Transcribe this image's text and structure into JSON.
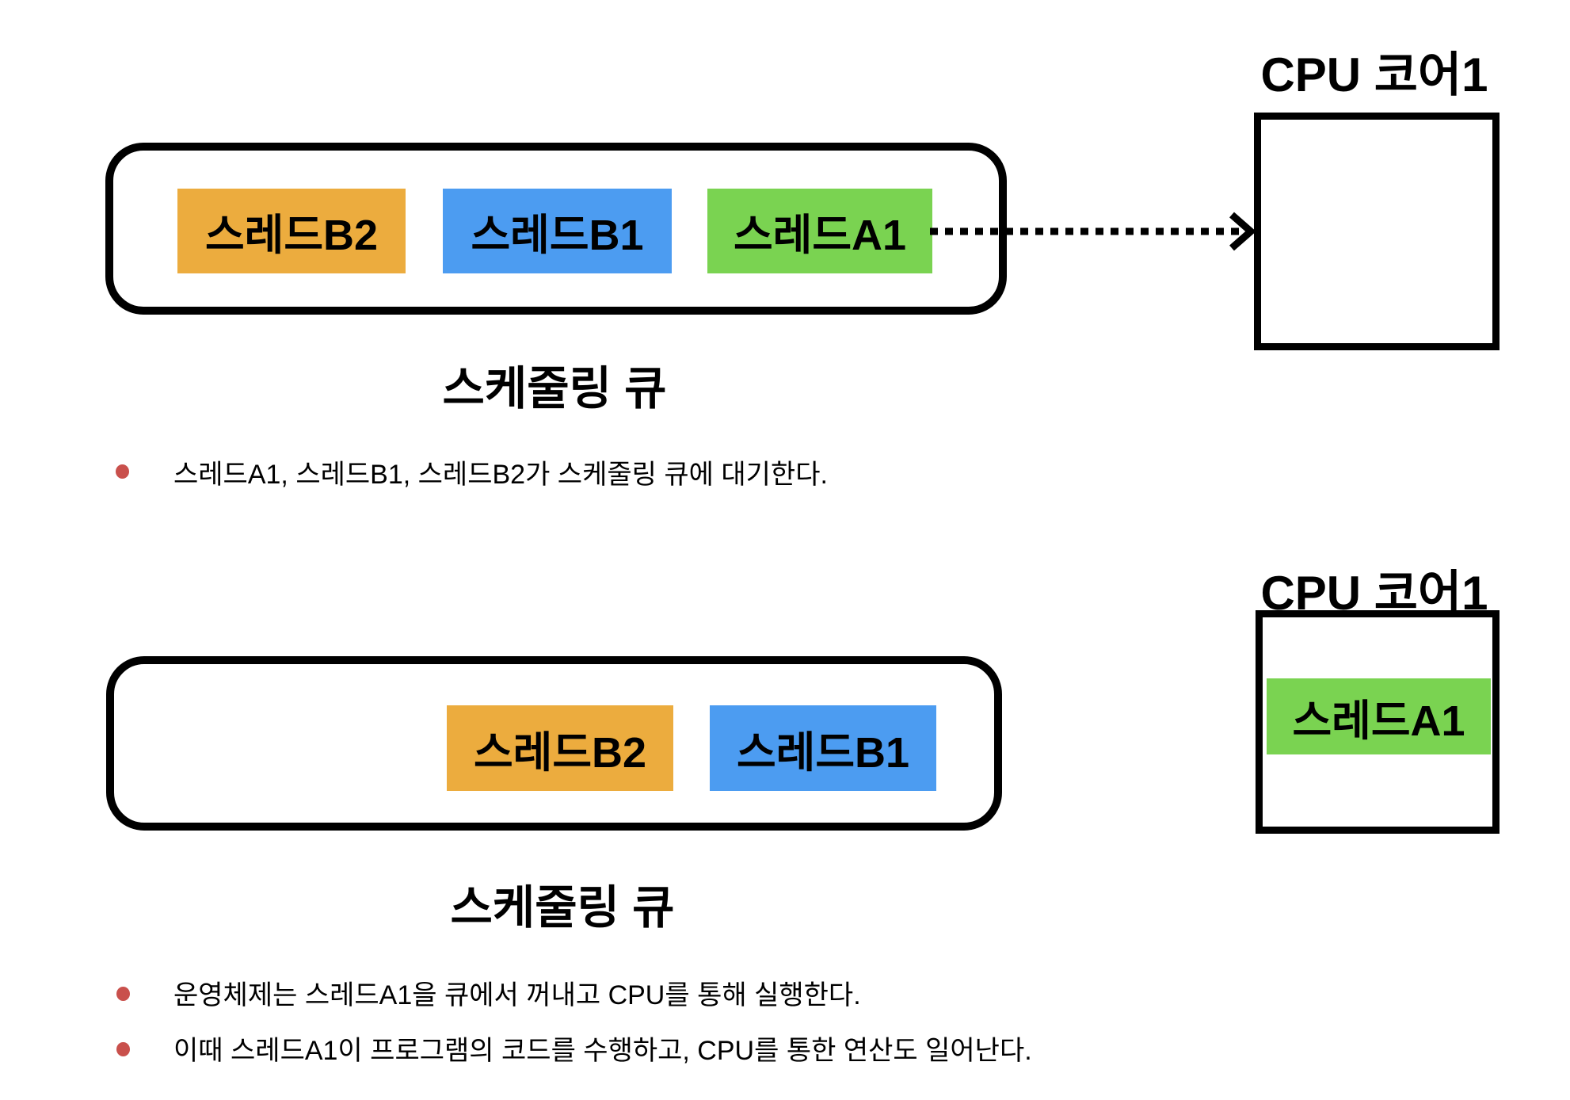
{
  "colors": {
    "thread_a1": "#7ad351",
    "thread_b1": "#4c9cf1",
    "thread_b2": "#ecac3e",
    "bullet_dot": "#c9504c",
    "stroke": "#000000"
  },
  "panel1": {
    "cpu_title": "CPU 코어1",
    "queue_label": "스케줄링 큐",
    "threads": {
      "b2": "스레드B2",
      "b1": "스레드B1",
      "a1": "스레드A1"
    },
    "bullets": [
      "스레드A1, 스레드B1, 스레드B2가 스케줄링 큐에 대기한다."
    ]
  },
  "panel2": {
    "cpu_title": "CPU 코어1",
    "queue_label": "스케줄링 큐",
    "threads": {
      "b2": "스레드B2",
      "b1": "스레드B1"
    },
    "cpu_thread": "스레드A1",
    "bullets": [
      "운영체제는 스레드A1을 큐에서 꺼내고 CPU를 통해 실행한다.",
      "이때 스레드A1이 프로그램의 코드를 수행하고, CPU를 통한 연산도 일어난다."
    ]
  }
}
